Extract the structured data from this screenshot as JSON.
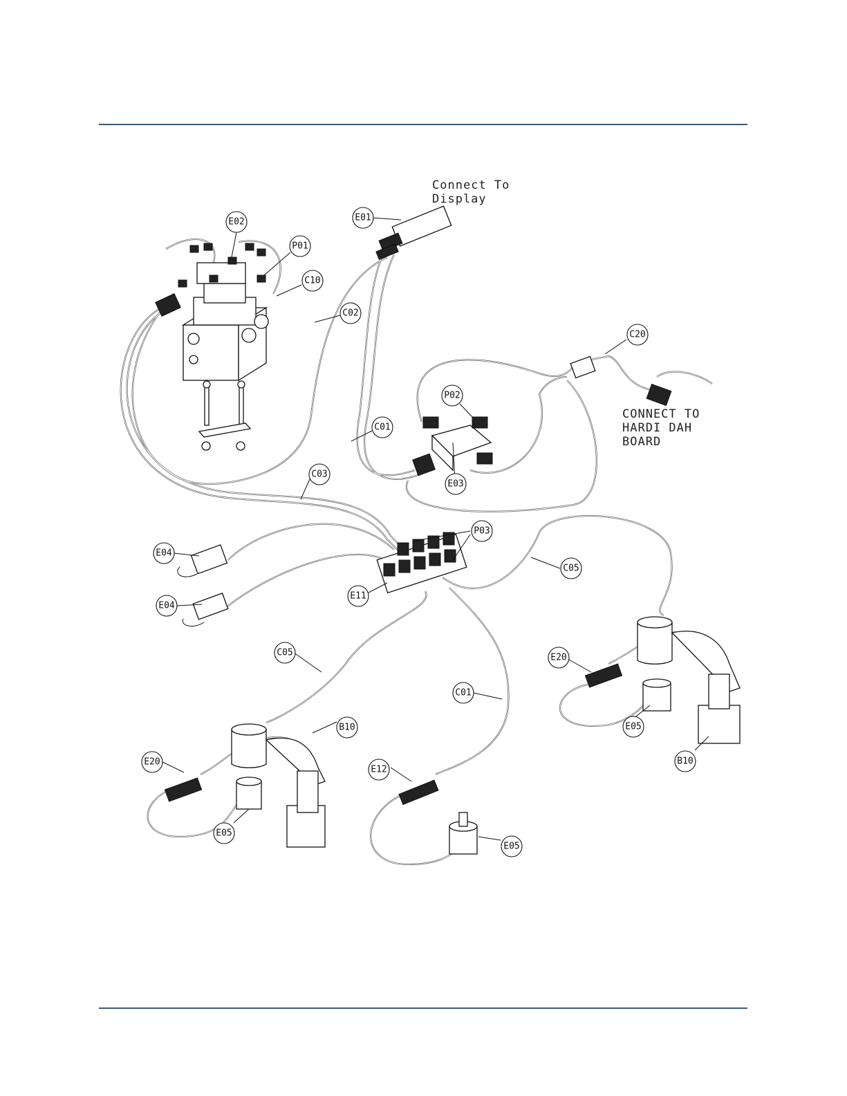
{
  "notes": {
    "display": [
      "Connect To",
      "Display"
    ],
    "hardi": [
      "CONNECT TO",
      "HARDI DAH",
      "BOARD"
    ]
  },
  "tags": [
    "E02",
    "P01",
    "C10",
    "C02",
    "E01",
    "C20",
    "P02",
    "C01",
    "E03",
    "C03",
    "P03",
    "E04",
    "E04",
    "E11",
    "C05",
    "C05",
    "E20",
    "C01",
    "B10",
    "E20",
    "E12",
    "E05",
    "E05",
    "B10",
    "E05"
  ]
}
